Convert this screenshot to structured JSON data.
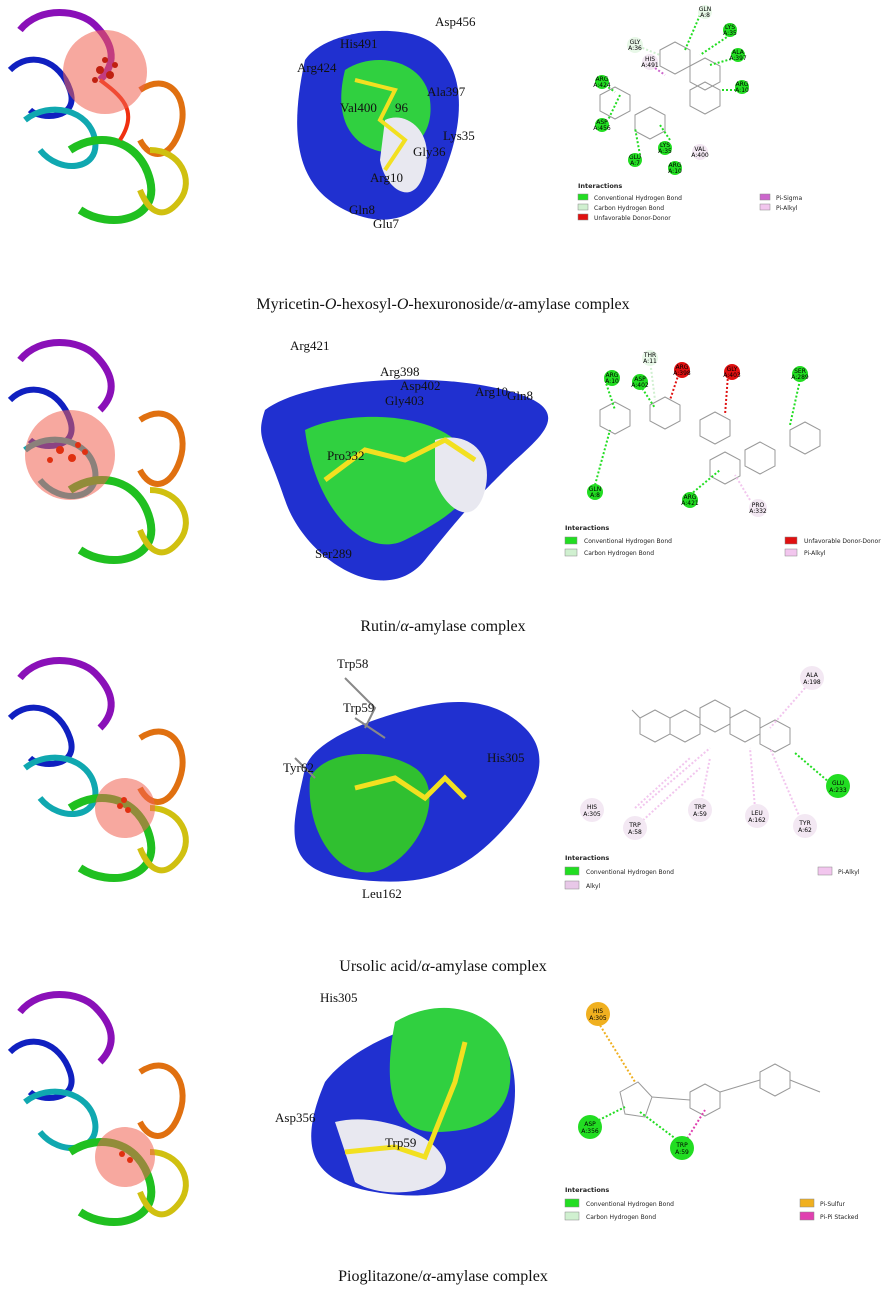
{
  "colors": {
    "conventional_h_bond": "#22dd22",
    "carbon_h_bond": "#d0f0d0",
    "unfavorable_donor_donor": "#e01010",
    "pi_sigma": "#cc66cc",
    "pi_alkyl": "#f2c6ee",
    "alkyl": "#e8c8e8",
    "pi_sulfur": "#f0b020",
    "pi_pi_stacked": "#e040b0",
    "ligand": "#f2e020",
    "binding_site": "#f06050"
  },
  "panels": [
    {
      "caption": {
        "p1": "Myricetin-",
        "i1": "O",
        "p2": "-hexosyl-",
        "i2": "O",
        "p3": "-hexuronoside/",
        "i3": "α",
        "p4": "-amylase complex"
      },
      "surface_labels": [
        "Asp456",
        "His491",
        "Arg424",
        "Val400",
        "Ala397",
        "Lys35",
        "Gly36",
        "Arg10",
        "Gln8",
        "Glu7",
        "96"
      ],
      "residues": [
        {
          "code": "GLN",
          "id": "A:8"
        },
        {
          "code": "GLY",
          "id": "A:36"
        },
        {
          "code": "LYS",
          "id": "A:35"
        },
        {
          "code": "ALA",
          "id": "A:397"
        },
        {
          "code": "VAL",
          "id": "A:400"
        },
        {
          "code": "ARG",
          "id": "A:10"
        },
        {
          "code": "ARG",
          "id": "A:424"
        },
        {
          "code": "HIS",
          "id": "A:491"
        },
        {
          "code": "ASP",
          "id": "A:456"
        },
        {
          "code": "GLU",
          "id": "A:7"
        },
        {
          "code": "LYS",
          "id": "A:35"
        },
        {
          "code": "ARG",
          "id": "A:10"
        }
      ],
      "legend": {
        "title": "Interactions",
        "items": [
          "Conventional Hydrogen Bond",
          "Carbon Hydrogen Bond",
          "Unfavorable Donor-Donor",
          "Pi-Sigma",
          "Pi-Alkyl"
        ]
      }
    },
    {
      "caption": {
        "p1": "Rutin/",
        "i1": "α",
        "p2": "-amylase complex"
      },
      "surface_labels": [
        "Arg421",
        "Arg398",
        "Asp402",
        "Gly403",
        "Arg10",
        "Gln8",
        "Pro332",
        "Ser289"
      ],
      "residues": [
        {
          "code": "THR",
          "id": "A:11"
        },
        {
          "code": "ARG",
          "id": "A:10"
        },
        {
          "code": "ASP",
          "id": "A:402"
        },
        {
          "code": "ARG",
          "id": "A:398"
        },
        {
          "code": "GLY",
          "id": "A:403"
        },
        {
          "code": "SER",
          "id": "A:289"
        },
        {
          "code": "GLN",
          "id": "A:8"
        },
        {
          "code": "ARG",
          "id": "A:421"
        },
        {
          "code": "PRO",
          "id": "A:332"
        }
      ],
      "legend": {
        "title": "Interactions",
        "items": [
          "Conventional Hydrogen Bond",
          "Carbon Hydrogen Bond",
          "Unfavorable Donor-Donor",
          "Pi-Alkyl"
        ]
      }
    },
    {
      "caption": {
        "p1": "Ursolic acid/",
        "i1": "α",
        "p2": "-amylase complex"
      },
      "surface_labels": [
        "Trp58",
        "Trp59",
        "Tyr62",
        "His305",
        "Leu162"
      ],
      "residues": [
        {
          "code": "ALA",
          "id": "A:198"
        },
        {
          "code": "GLU",
          "id": "A:233"
        },
        {
          "code": "HIS",
          "id": "A:305"
        },
        {
          "code": "TRP",
          "id": "A:59"
        },
        {
          "code": "LEU",
          "id": "A:162"
        },
        {
          "code": "TYR",
          "id": "A:62"
        },
        {
          "code": "TRP",
          "id": "A:58"
        }
      ],
      "legend": {
        "title": "Interactions",
        "items": [
          "Conventional Hydrogen Bond",
          "Alkyl",
          "Pi-Alkyl"
        ]
      }
    },
    {
      "caption": {
        "p1": "Pioglitazone/",
        "i1": "α",
        "p2": "-amylase complex"
      },
      "surface_labels": [
        "His305",
        "Asp356",
        "Trp59"
      ],
      "residues": [
        {
          "code": "HIS",
          "id": "A:305"
        },
        {
          "code": "ASP",
          "id": "A:356"
        },
        {
          "code": "TRP",
          "id": "A:59"
        }
      ],
      "legend": {
        "title": "Interactions",
        "items": [
          "Conventional Hydrogen Bond",
          "Carbon Hydrogen Bond",
          "Pi-Sulfur",
          "Pi-Pi Stacked"
        ]
      }
    }
  ]
}
